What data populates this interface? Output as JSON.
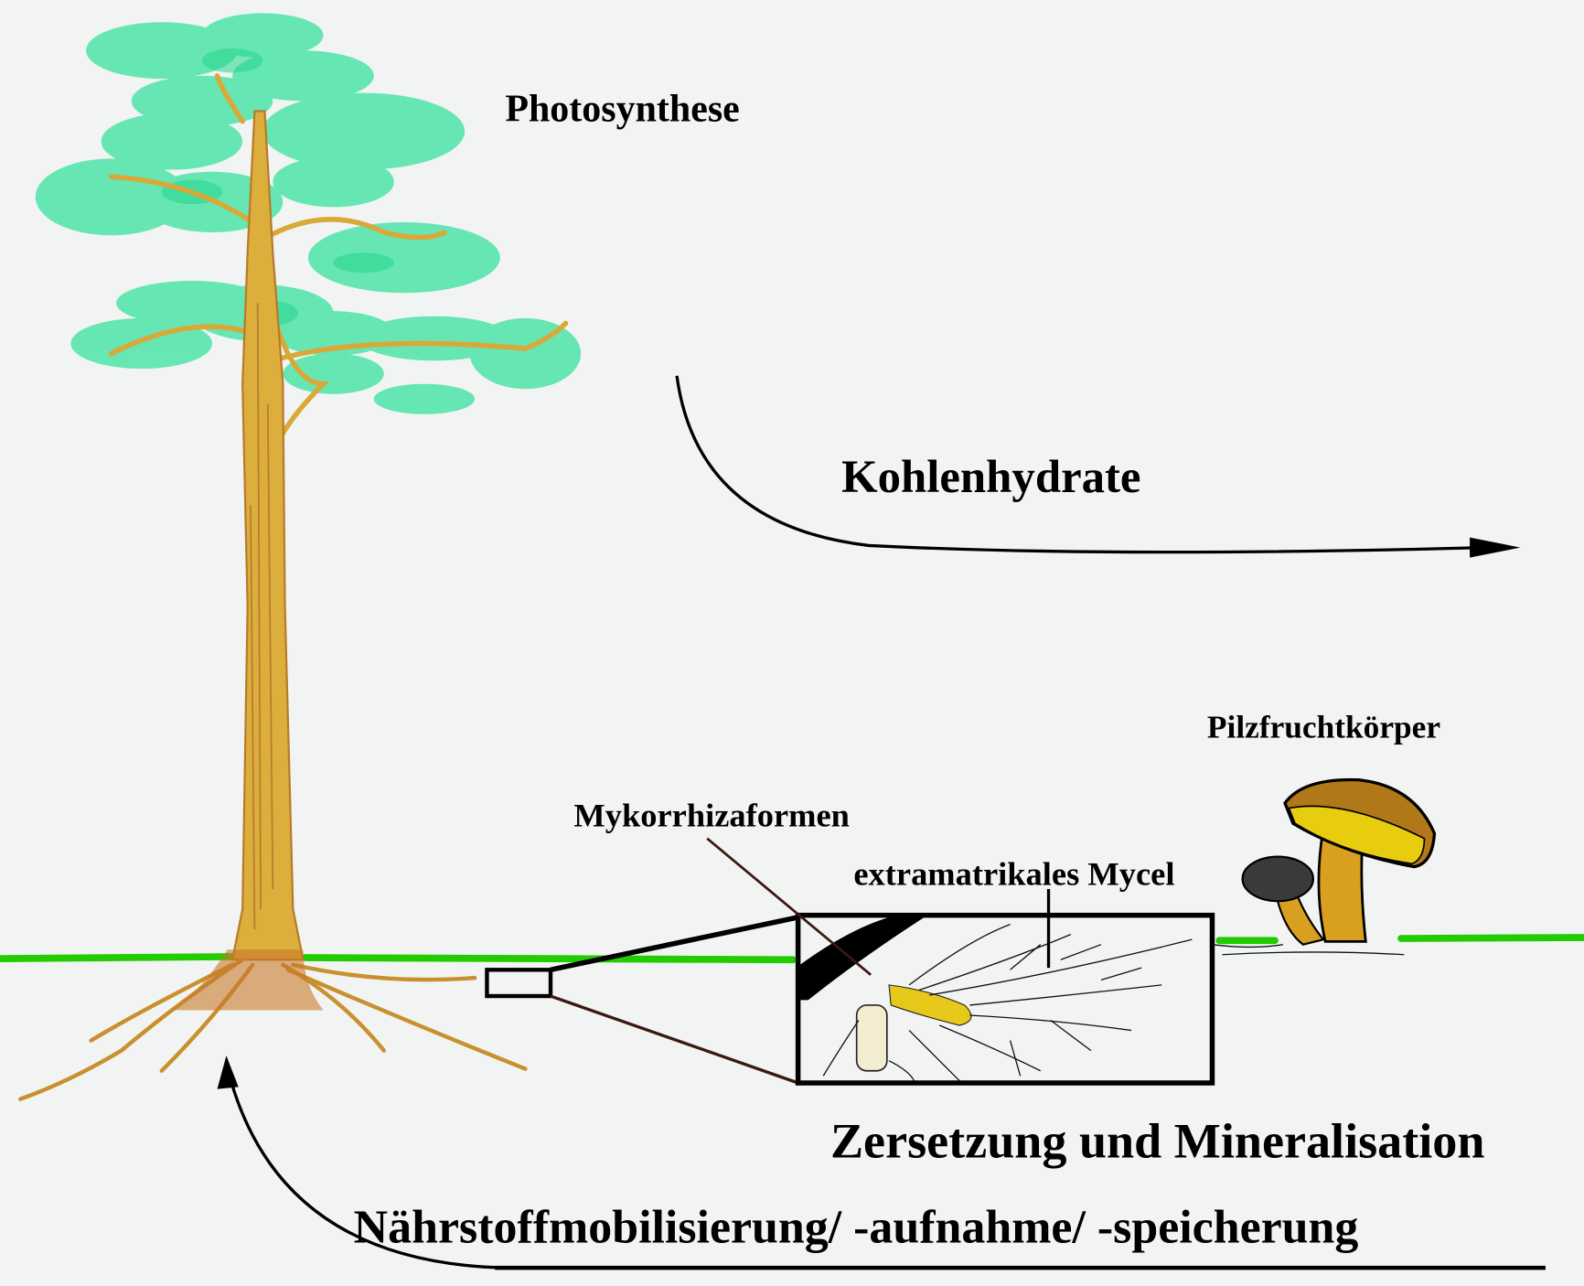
{
  "labels": {
    "photosynthesis": "Photosynthese",
    "carbohydrates": "Kohlenhydrate",
    "fruiting_body": "Pilzfruchtkörper",
    "mycorrhiza_forms": "Mykorrhizaformen",
    "extramatrical_mycelium": "extramatrikales Mycel",
    "decomposition": "Zersetzung und Mineralisation",
    "nutrients": "Nährstoffmobilisierung/ -aufnahme/ -speicherung"
  },
  "colors": {
    "background": "#f2f4f3",
    "ground_line": "#22cc00",
    "foliage": "#5fe6b0",
    "foliage_dark": "#22d68a",
    "trunk": "#dcae3c",
    "trunk_dark": "#a8642a",
    "mushroom_cap": "#b07818",
    "mushroom_gills": "#e8cc10",
    "mushroom_stem": "#d9a020"
  }
}
